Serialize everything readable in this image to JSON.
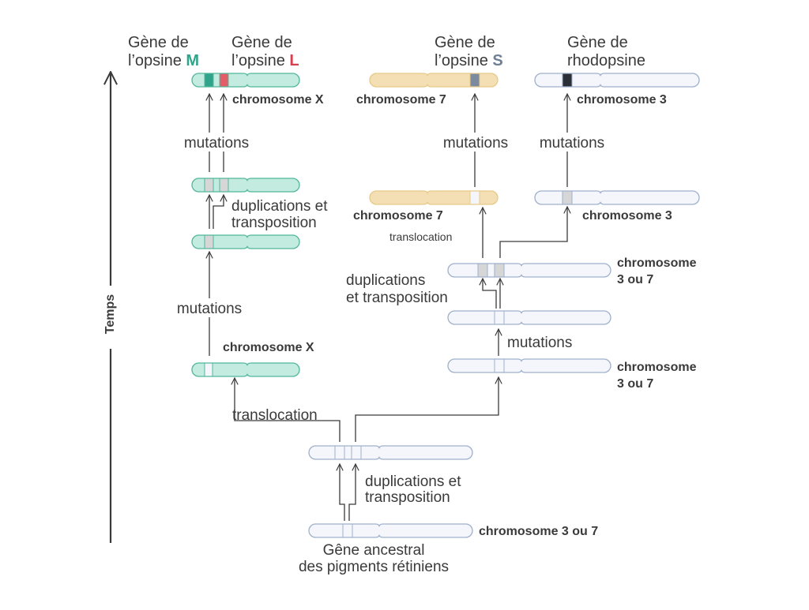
{
  "colors": {
    "chrX_fill": "#c4ebdf",
    "chrX_stroke": "#52b79c",
    "chr7_fill": "#f4dfb5",
    "chr7_stroke": "#e7c987",
    "chrN_fill": "#f4f6fb",
    "chrN_stroke": "#9fb0cc",
    "band_gray": "#d6d6d6",
    "band_teal": "#2fa48a",
    "band_red": "#e35d68",
    "band_slate": "#7c8aa0",
    "band_dark": "#2b2f36",
    "text": "#3a3a3a",
    "M_color": "#2fa48a",
    "L_color": "#d7404f",
    "S_color": "#6f7f95"
  },
  "axis": {
    "label": "Temps"
  },
  "headers": {
    "M": {
      "line1": "Gène de",
      "line2": "l’opsine ",
      "letter": "M"
    },
    "L": {
      "line1": "Gène de",
      "line2": "l’opsine ",
      "letter": "L"
    },
    "S": {
      "line1": "Gène de",
      "line2": "l’opsine ",
      "letter": "S"
    },
    "rho": {
      "line1": "Gène de",
      "line2": "rhodopsine"
    }
  },
  "chromosome_labels": {
    "x_top": "chromosome X",
    "seven_top": "chromosome 7",
    "three_top": "chromosome 3",
    "seven_mid": "chromosome 7",
    "three_mid": "chromosome 3",
    "c37_a_1": "chromosome",
    "c37_a_2": "3 ou 7",
    "x_mid": "chromosome X",
    "c37_b_1": "chromosome",
    "c37_b_2": "3 ou 7",
    "ancestral": "chromosome 3 ou 7"
  },
  "process_labels": {
    "mut_x_top": "mutations",
    "dup_x_1": "duplications et",
    "dup_x_2": "transposition",
    "mut_x_low": "mutations",
    "mut_7": "mutations",
    "mut_3": "mutations",
    "transloc_7": "translocation",
    "dup_37_1": "duplications",
    "dup_37_2": "et transposition",
    "mut_37": "mutations",
    "transloc_x": "translocation",
    "dup_base_1": "duplications et",
    "dup_base_2": "transposition"
  },
  "ancestor": {
    "line1": "Gêne ancestral",
    "line2": "des pigments rétiniens"
  }
}
